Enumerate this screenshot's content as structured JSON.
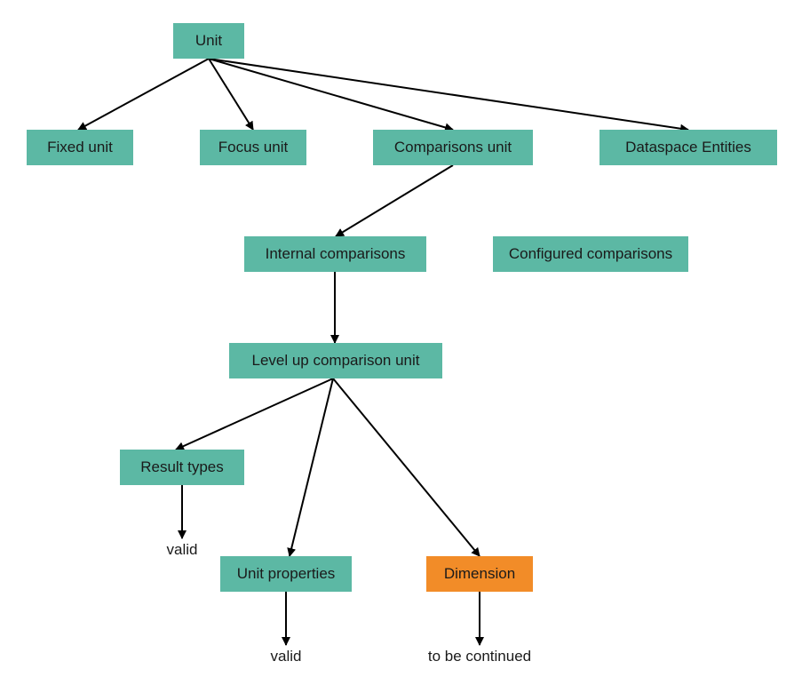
{
  "diagram": {
    "nodes": {
      "unit": "Unit",
      "fixed_unit": "Fixed unit",
      "focus_unit": "Focus unit",
      "comparisons_unit": "Comparisons unit",
      "dataspace_entities": "Dataspace Entities",
      "internal_comparisons": "Internal comparisons",
      "configured_comparisons": "Configured comparisons",
      "level_up_comparison_unit": "Level up comparison unit",
      "result_types": "Result types",
      "unit_properties": "Unit properties",
      "dimension": "Dimension"
    },
    "labels": {
      "result_types_valid": "valid",
      "unit_properties_valid": "valid",
      "dimension_continued": "to be continued"
    },
    "colors": {
      "node_fill": "#5cb8a4",
      "highlight_fill": "#f28c28",
      "edge": "#000000"
    },
    "edges": [
      {
        "from": "unit",
        "to": "fixed_unit"
      },
      {
        "from": "unit",
        "to": "focus_unit"
      },
      {
        "from": "unit",
        "to": "comparisons_unit"
      },
      {
        "from": "unit",
        "to": "dataspace_entities"
      },
      {
        "from": "comparisons_unit",
        "to": "internal_comparisons"
      },
      {
        "from": "internal_comparisons",
        "to": "level_up_comparison_unit"
      },
      {
        "from": "level_up_comparison_unit",
        "to": "result_types"
      },
      {
        "from": "level_up_comparison_unit",
        "to": "unit_properties"
      },
      {
        "from": "level_up_comparison_unit",
        "to": "dimension"
      },
      {
        "from": "result_types",
        "to": "result_types_valid"
      },
      {
        "from": "unit_properties",
        "to": "unit_properties_valid"
      },
      {
        "from": "dimension",
        "to": "dimension_continued"
      }
    ]
  }
}
